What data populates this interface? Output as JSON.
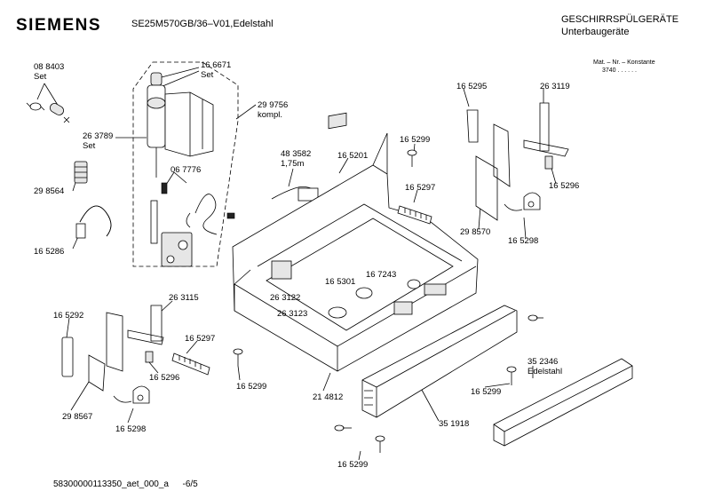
{
  "header": {
    "brand": "SIEMENS",
    "model": "SE25M570GB/36–V01,Edelstahl",
    "category_line1": "GESCHIRRSPÜLGERÄTE",
    "category_line2": "Unterbaugeräte",
    "mat_line1": "Mat. – Nr. – Konstante",
    "mat_line2": "3740 . . . . . ."
  },
  "parts": [
    {
      "id": "p088403",
      "number": "08 8403",
      "note": "Set"
    },
    {
      "id": "p166671",
      "number": "16 6671",
      "note": "Set"
    },
    {
      "id": "p299756",
      "number": "29 9756",
      "note": "kompl."
    },
    {
      "id": "p263789",
      "number": "26 3789",
      "note": "Set"
    },
    {
      "id": "p067776",
      "number": "06 7776",
      "note": ""
    },
    {
      "id": "p298564",
      "number": "29 8564",
      "note": ""
    },
    {
      "id": "p165286",
      "number": "16 5286",
      "note": ""
    },
    {
      "id": "p483582",
      "number": "48 3582",
      "note": "1,75m"
    },
    {
      "id": "p165201",
      "number": "16 5201",
      "note": ""
    },
    {
      "id": "p165299a",
      "number": "16 5299",
      "note": ""
    },
    {
      "id": "p165297a",
      "number": "16 5297",
      "note": ""
    },
    {
      "id": "p165295",
      "number": "16 5295",
      "note": ""
    },
    {
      "id": "p263119",
      "number": "26 3119",
      "note": ""
    },
    {
      "id": "p165296a",
      "number": "16 5296",
      "note": ""
    },
    {
      "id": "p298570",
      "number": "29 8570",
      "note": ""
    },
    {
      "id": "p165298a",
      "number": "16 5298",
      "note": ""
    },
    {
      "id": "p167243",
      "number": "16 7243",
      "note": ""
    },
    {
      "id": "p165301",
      "number": "16 5301",
      "note": ""
    },
    {
      "id": "p263122",
      "number": "26 3122",
      "note": ""
    },
    {
      "id": "p263123",
      "number": "26 3123",
      "note": ""
    },
    {
      "id": "p263115",
      "number": "26 3115",
      "note": ""
    },
    {
      "id": "p165292",
      "number": "16 5292",
      "note": ""
    },
    {
      "id": "p165297b",
      "number": "16 5297",
      "note": ""
    },
    {
      "id": "p165296b",
      "number": "16 5296",
      "note": ""
    },
    {
      "id": "p165299b",
      "number": "16 5299",
      "note": ""
    },
    {
      "id": "p298567",
      "number": "29 8567",
      "note": ""
    },
    {
      "id": "p165298b",
      "number": "16 5298",
      "note": ""
    },
    {
      "id": "p214812",
      "number": "21 4812",
      "note": ""
    },
    {
      "id": "p351918",
      "number": "35 1918",
      "note": ""
    },
    {
      "id": "p165299c",
      "number": "16 5299",
      "note": ""
    },
    {
      "id": "p352346",
      "number": "35 2346",
      "note": "Edelstahl"
    },
    {
      "id": "p165299d",
      "number": "16 5299",
      "note": ""
    }
  ],
  "footer": {
    "doc_id": "58300000113350_aet_000_a",
    "page": "-6/5"
  }
}
